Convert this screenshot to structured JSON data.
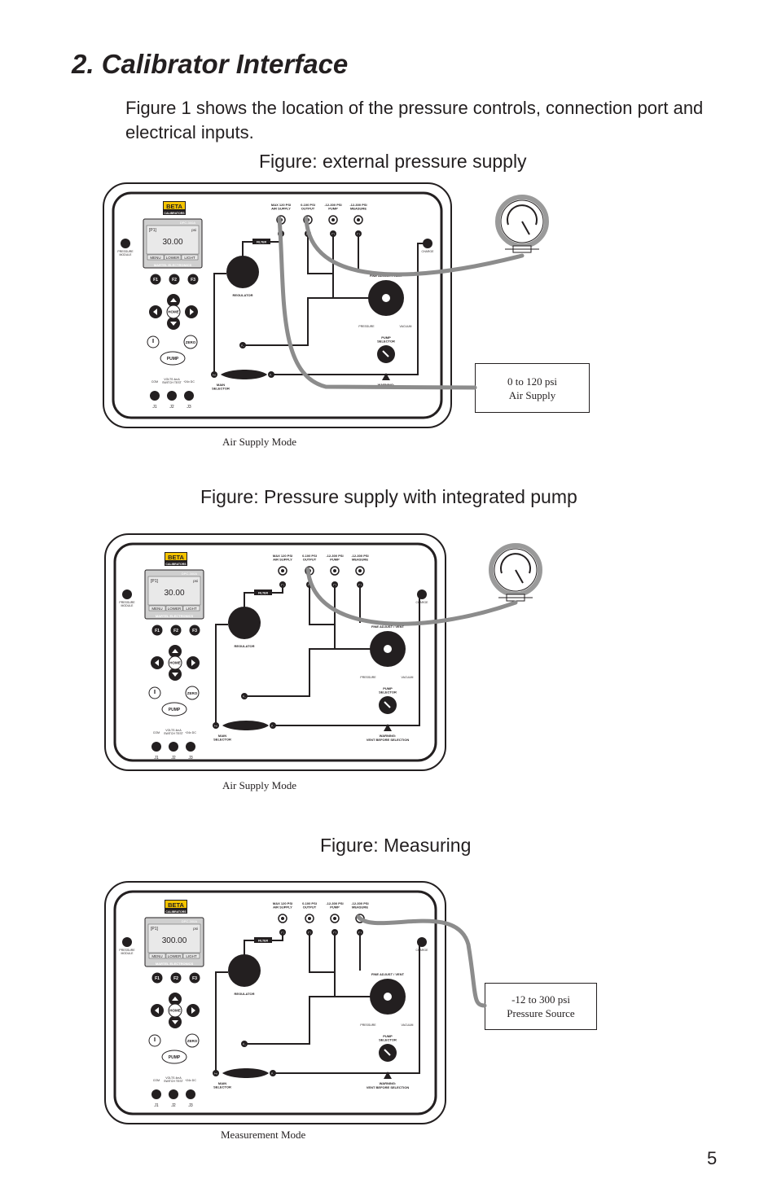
{
  "page": {
    "title": "2. Calibrator Interface",
    "intro": "Figure 1 shows the location of the pressure controls, connection port and electrical inputs.",
    "page_number": "5"
  },
  "figures": [
    {
      "heading": "Figure: external pressure supply",
      "caption": "Air Supply Mode",
      "reading": "30.00",
      "source_line1": "0 to 120 psi",
      "source_line2": "Air Supply",
      "warning": "WARNING:"
    },
    {
      "heading": "Figure: Pressure supply with integrated pump",
      "caption": "Air Supply Mode",
      "reading": "30.00",
      "warning": "WARNING:",
      "warning2": "VENT BEFORE SELECTION"
    },
    {
      "heading": "Figure: Measuring",
      "caption": "Measurement Mode",
      "reading": "300.00",
      "source_line1": "-12 to 300 psi",
      "source_line2": "Pressure Source",
      "warning": "WARNING:",
      "warning2": "VENT BEFORE SELECTION"
    }
  ],
  "device": {
    "brand": "BETA",
    "brand_sub": "CALIBRATORS",
    "model": "DPC-300A",
    "channel": "[P1]",
    "unit": "psi",
    "softkeys": [
      "MENU",
      "LOWER",
      "LIGHT"
    ],
    "maker": "MARTEL ELECTRONICS",
    "fkeys": [
      "F1",
      "F2",
      "F3"
    ],
    "home": "HOME",
    "zero": "ZERO",
    "pump": "PUMP",
    "pressure_module": "PRESSURE\nMODULE",
    "jacks_top": [
      "COM",
      "VOLTS 4mA\nSWITCH TEST",
      "+24v DC"
    ],
    "jacks": [
      "J1",
      "J2",
      "J3"
    ],
    "ports": [
      "MAX 120 PSI\nAIR SUPPLY",
      "0-100 PSI\nOUTPUT",
      "-12-300 PSI\nPUMP",
      "-12-300 PSI\nMEASURE"
    ],
    "port_tags": [
      "P1",
      "P2",
      "P3",
      "P4",
      "P5",
      "P6",
      "P7"
    ],
    "filter": "FILTER",
    "charge": "CHARGE",
    "regulator": "REGULATOR",
    "fine_adjust": "FINE ADJUST / VENT",
    "pressure": "PRESSURE",
    "vacuum": "VACUUM",
    "pump_selector": "PUMP\nSELECTOR",
    "main_selector": "MAIN\nSELECTOR"
  }
}
